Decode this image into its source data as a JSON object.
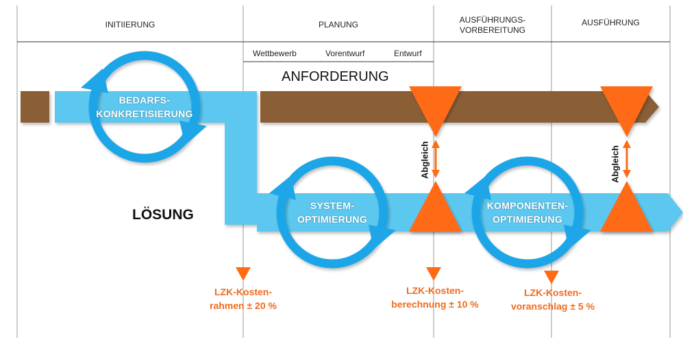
{
  "phases": {
    "initiierung": "INITIIERUNG",
    "planung": "PLANUNG",
    "ausfuehrungsvorbereitung_line1": "AUSFÜHRUNGS-",
    "ausfuehrungsvorbereitung_line2": "VORBEREITUNG",
    "ausfuehrung": "AUSFÜHRUNG"
  },
  "planung_subphases": {
    "wettbewerb": "Wettbewerb",
    "vorentwurf": "Vorentwurf",
    "entwurf": "Entwurf"
  },
  "labels": {
    "anforderung": "ANFORDERUNG",
    "loesung": "LÖSUNG"
  },
  "cycles": {
    "bedarf_line1": "BEDARFS-",
    "bedarf_line2": "KONKRETISIERUNG",
    "system_line1": "SYSTEM-",
    "system_line2": "OPTIMIERUNG",
    "komponenten_line1": "KOMPONENTEN-",
    "komponenten_line2": "OPTIMIERUNG"
  },
  "abgleich": {
    "first": "Abgleich",
    "second": "Abgleich"
  },
  "costs": {
    "rahmen_line1": "LZK-Kosten-",
    "rahmen_line2": "rahmen ± 20 %",
    "berechnung_line1": "LZK-Kosten-",
    "berechnung_line2": "berechnung ± 10 %",
    "voranschlag_line1": "LZK-Kosten-",
    "voranschlag_line2": "voranschlag ± 5 %"
  },
  "colors": {
    "anforderung_bar": "#8b5e34",
    "loesung_arrow": "#5cc8f0",
    "cycle_ring": "#1fa6e8",
    "orange": "#ff6a12",
    "cost_text": "#f26a1b"
  }
}
